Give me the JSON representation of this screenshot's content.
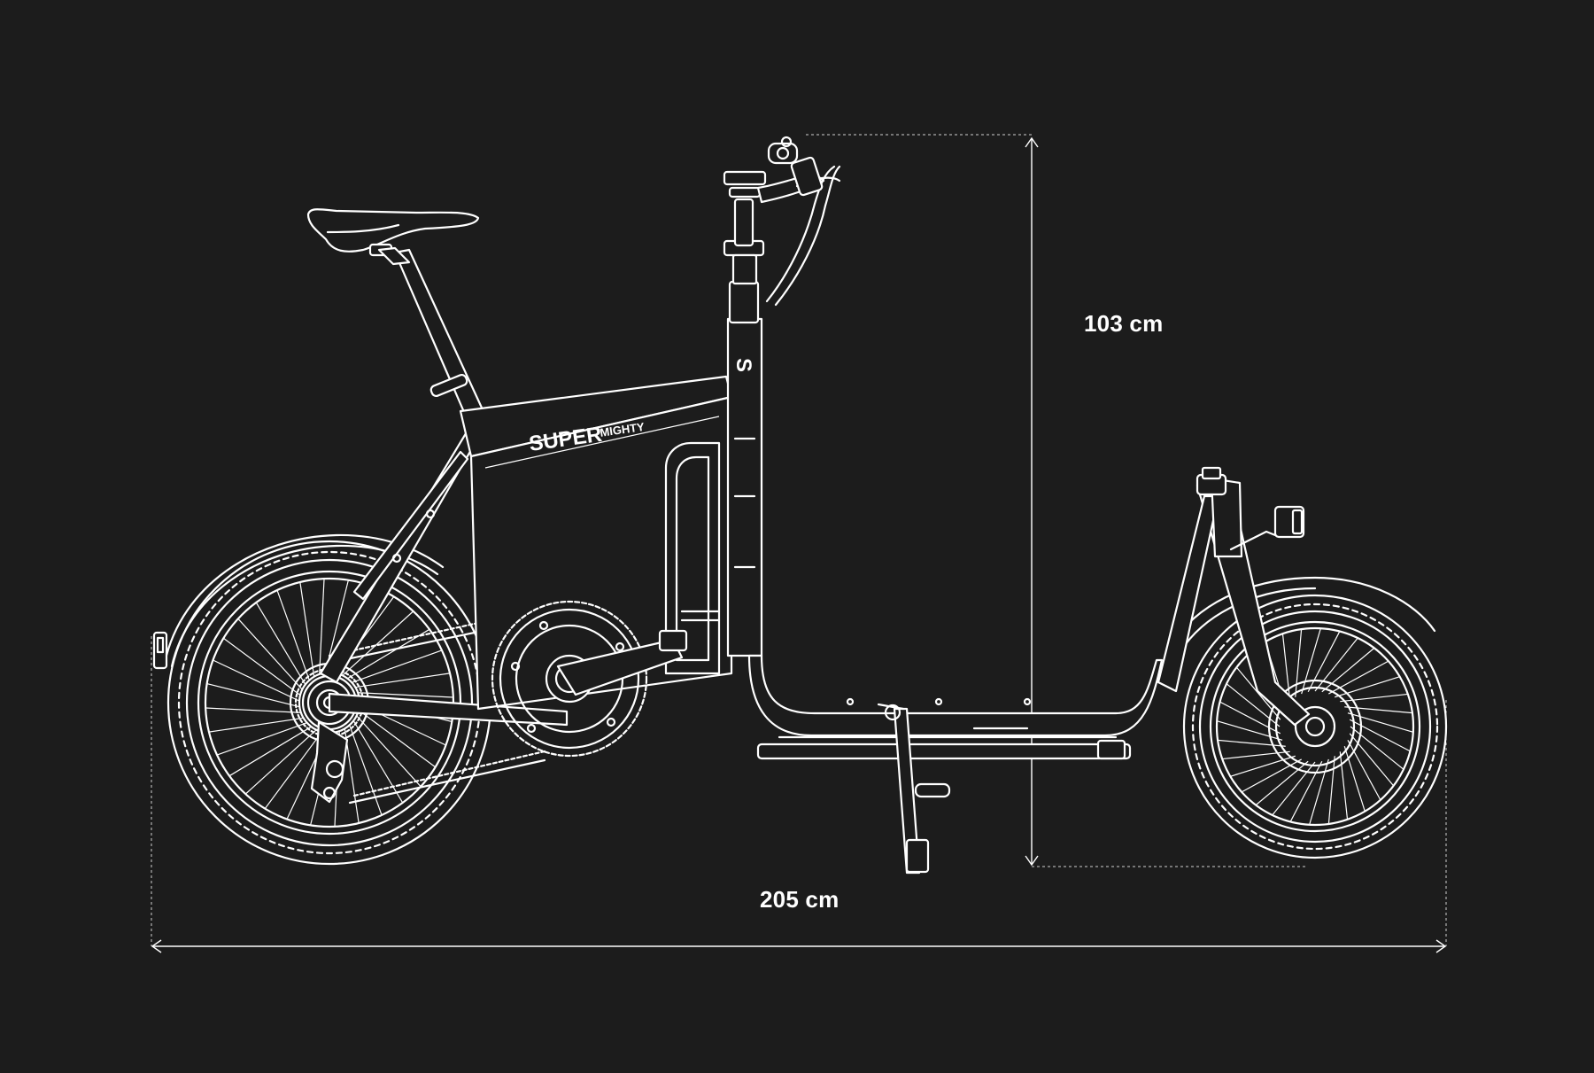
{
  "diagram": {
    "height_label": "103 cm",
    "length_label": "205 cm",
    "brand": {
      "primary": "SUPER",
      "secondary": "MIGHTY"
    }
  },
  "colors": {
    "background": "#1c1c1c",
    "line": "#ffffff",
    "fill": "#1c1c1c"
  }
}
